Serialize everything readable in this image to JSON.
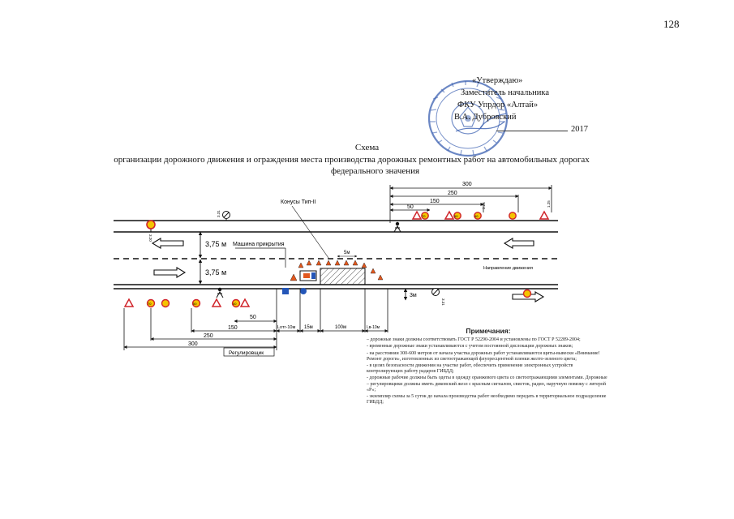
{
  "page_number": "128",
  "approval": {
    "line1": "«Утверждаю»",
    "line2": "Заместитель начальника",
    "line3": "ФКУ Упрдор «Алтай»",
    "line4": "В.А. Дубровский",
    "year": "2017"
  },
  "title": {
    "line1": "Схема",
    "line2": "организации дорожного движения и ограждения места производства дорожных ремонтных работ на автомобильных дорогах",
    "line3": "федерального значения"
  },
  "diagram": {
    "labels": {
      "cones": "Конусы Тип-II",
      "cover_car": "Машина прикрытия",
      "lane_width_top": "3,75 м",
      "lane_width_bottom": "3,75 м",
      "direction": "Направление движения",
      "shoulder": "3м",
      "five_m": "5м",
      "regulator": "Регулировщик",
      "sign_331": "3.31",
      "sign_320": "3.20",
      "sign_125": "1.25",
      "sign_124": "3.24"
    },
    "dim_top": {
      "d300": "300",
      "d250": "250",
      "d150": "150",
      "d50": "50"
    },
    "dim_bottom": {
      "d150": "150",
      "d250": "250",
      "d300": "300",
      "d50": "50",
      "lotw": "Lотг-10м",
      "d15": "15м",
      "d100": "100м",
      "lw": "Lв-10м"
    },
    "speed_values": {
      "s70": "70",
      "s50": "50",
      "s40": "40"
    }
  },
  "notes": {
    "title": "Примечания:",
    "items": [
      "– дорожные знаки должны соответствовать ГОСТ Р 52290-2004 и установлены по ГОСТ Р 52289-2004;",
      "- временные дорожные знаки устанавливаются с учетом постоянной дислокации дорожных знаков;",
      "- на расстоянии 300-600 метров от начала участка дорожных работ устанавливаются щиты-вывески «Внимание! Ремонт дороги», изготовленных из светоотражающей флуоресцентной пленки желто-зеленого цвета;",
      "- в целях безопасности движения на участке работ, обеспечить применение электронных устройств контролирующих работу радаров ГИБДД;",
      "- дорожные рабочие должны быть одеты в одежду оранжевого цвета со светоотражающими элементами. Дорожные – регулировщики должны иметь диковский жезл с красным сигналом, свисток, радио, наручную повязку с литерой «Р»;",
      "- экземпляр схемы за 5 суток до начала производства работ необходимо передать в территориальное подразделение ГИБДД;"
    ]
  },
  "colors": {
    "ink": "#111111",
    "stamp": "#3a5fb0",
    "sign_red": "#d0242a",
    "sign_yellow": "#f5c400",
    "cone_orange": "#e2581e",
    "sign_blue": "#2456b8"
  }
}
